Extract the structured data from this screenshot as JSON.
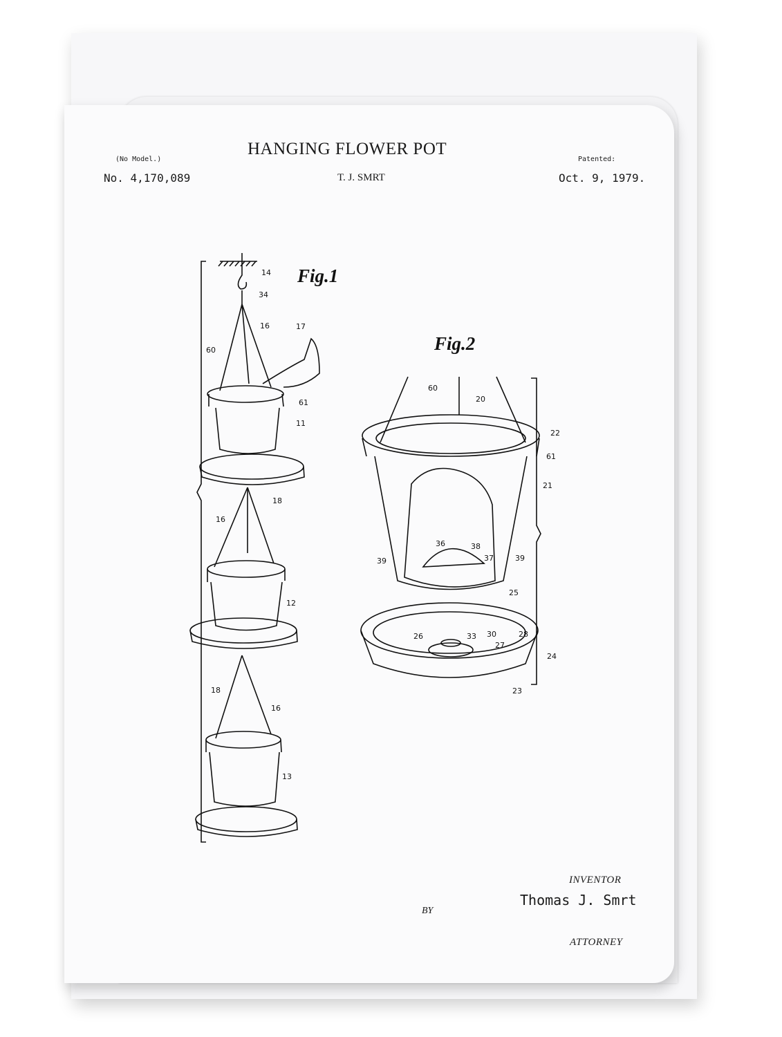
{
  "header": {
    "title": "HANGING FLOWER POT",
    "no_model": "(No Model.)",
    "patent_number": "No. 4,170,089",
    "inventor_short": "T. J. SMRT",
    "patented_label": "Patented:",
    "date": "Oct. 9, 1979."
  },
  "figures": {
    "fig1": {
      "label": "Fig.1",
      "reference_numerals": [
        "14",
        "34",
        "16",
        "17",
        "60",
        "61",
        "11",
        "18",
        "16",
        "12",
        "18",
        "16",
        "13"
      ]
    },
    "fig2": {
      "label": "Fig.2",
      "reference_numerals": [
        "60",
        "20",
        "22",
        "61",
        "21",
        "36",
        "38",
        "37",
        "39",
        "39",
        "25",
        "26",
        "33",
        "30",
        "28",
        "27",
        "24",
        "23"
      ]
    }
  },
  "footer": {
    "inventor_label": "INVENTOR",
    "inventor_name": "Thomas J. Smrt",
    "by_label": "BY",
    "attorney_label": "ATTORNEY"
  },
  "colors": {
    "ink": "#111111",
    "paper": "#fbfbfc"
  }
}
